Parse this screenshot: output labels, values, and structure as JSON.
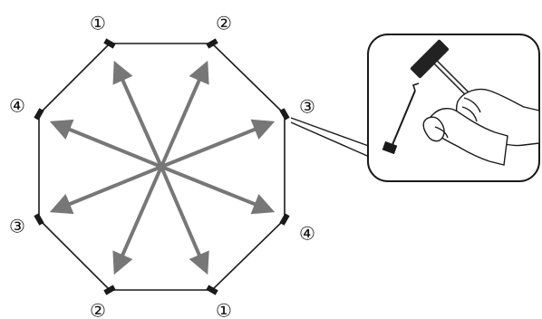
{
  "figure": {
    "type": "octagon-stake-order-diagram",
    "colors": {
      "outline": "#1a1a1a",
      "stake": "#1a1a1a",
      "arrow": "#777777",
      "hammer_head": "#222222",
      "inset_border": "#1a1a1a",
      "label_text": "#111111"
    },
    "stake_labels": [
      {
        "id": "top-left",
        "text": "①"
      },
      {
        "id": "top-right",
        "text": "②"
      },
      {
        "id": "right-upper",
        "text": "③"
      },
      {
        "id": "right-lower",
        "text": "④"
      },
      {
        "id": "bottom-right",
        "text": "①"
      },
      {
        "id": "bottom-left",
        "text": "②"
      },
      {
        "id": "left-lower",
        "text": "③"
      },
      {
        "id": "left-upper",
        "text": "④"
      }
    ],
    "inset": {
      "icon": "hammer-driving-stake-icon"
    }
  }
}
